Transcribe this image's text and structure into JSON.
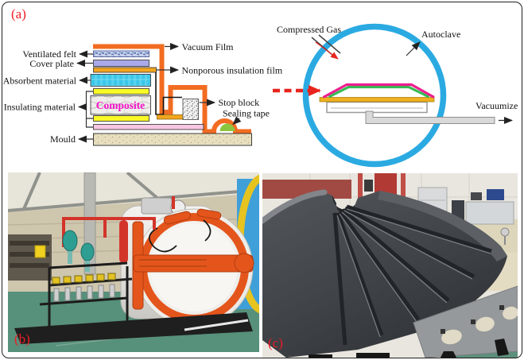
{
  "panel_a": {
    "label": "(a)",
    "layup": {
      "ventilated_felt": "Ventilated felt",
      "cover_plate": "Cover plate",
      "absorbent_material": "Absorbent material",
      "insulating_material": "Insulating material",
      "mould": "Mould",
      "vacuum_film": "Vacuum Film",
      "nonporous_insulation_film": "Nonporous insulation film",
      "stop_block": "Stop block",
      "sealing_tape": "Sealing tape",
      "composite": "Composite"
    },
    "autoclave": {
      "compressed_gas": "Compressed Gas",
      "autoclave": "Autoclave",
      "vacuumize": "Vacuumize"
    }
  },
  "panel_b": {
    "label": "(b)"
  },
  "panel_c": {
    "label": "(c)"
  },
  "colors": {
    "vacuum_film_orange": "#F26C21",
    "nonporous_film_amber": "#F2A51E",
    "cover_plate_purple": "#A9A9E8",
    "absorbent_cyan": "#3BC6E8",
    "insulating_yellow": "#FAF928",
    "insulating_pink": "#F7C6E2",
    "mould_beige": "#E7DFBF",
    "sealing_tape_green": "#8CC63F",
    "autoclave_shell_blue": "#2BAAE2",
    "bag_magenta": "#ED1E8F",
    "bag_green": "#35BB53",
    "composite_text_magenta": "#F313C9",
    "accent_red": "#E8251D"
  }
}
